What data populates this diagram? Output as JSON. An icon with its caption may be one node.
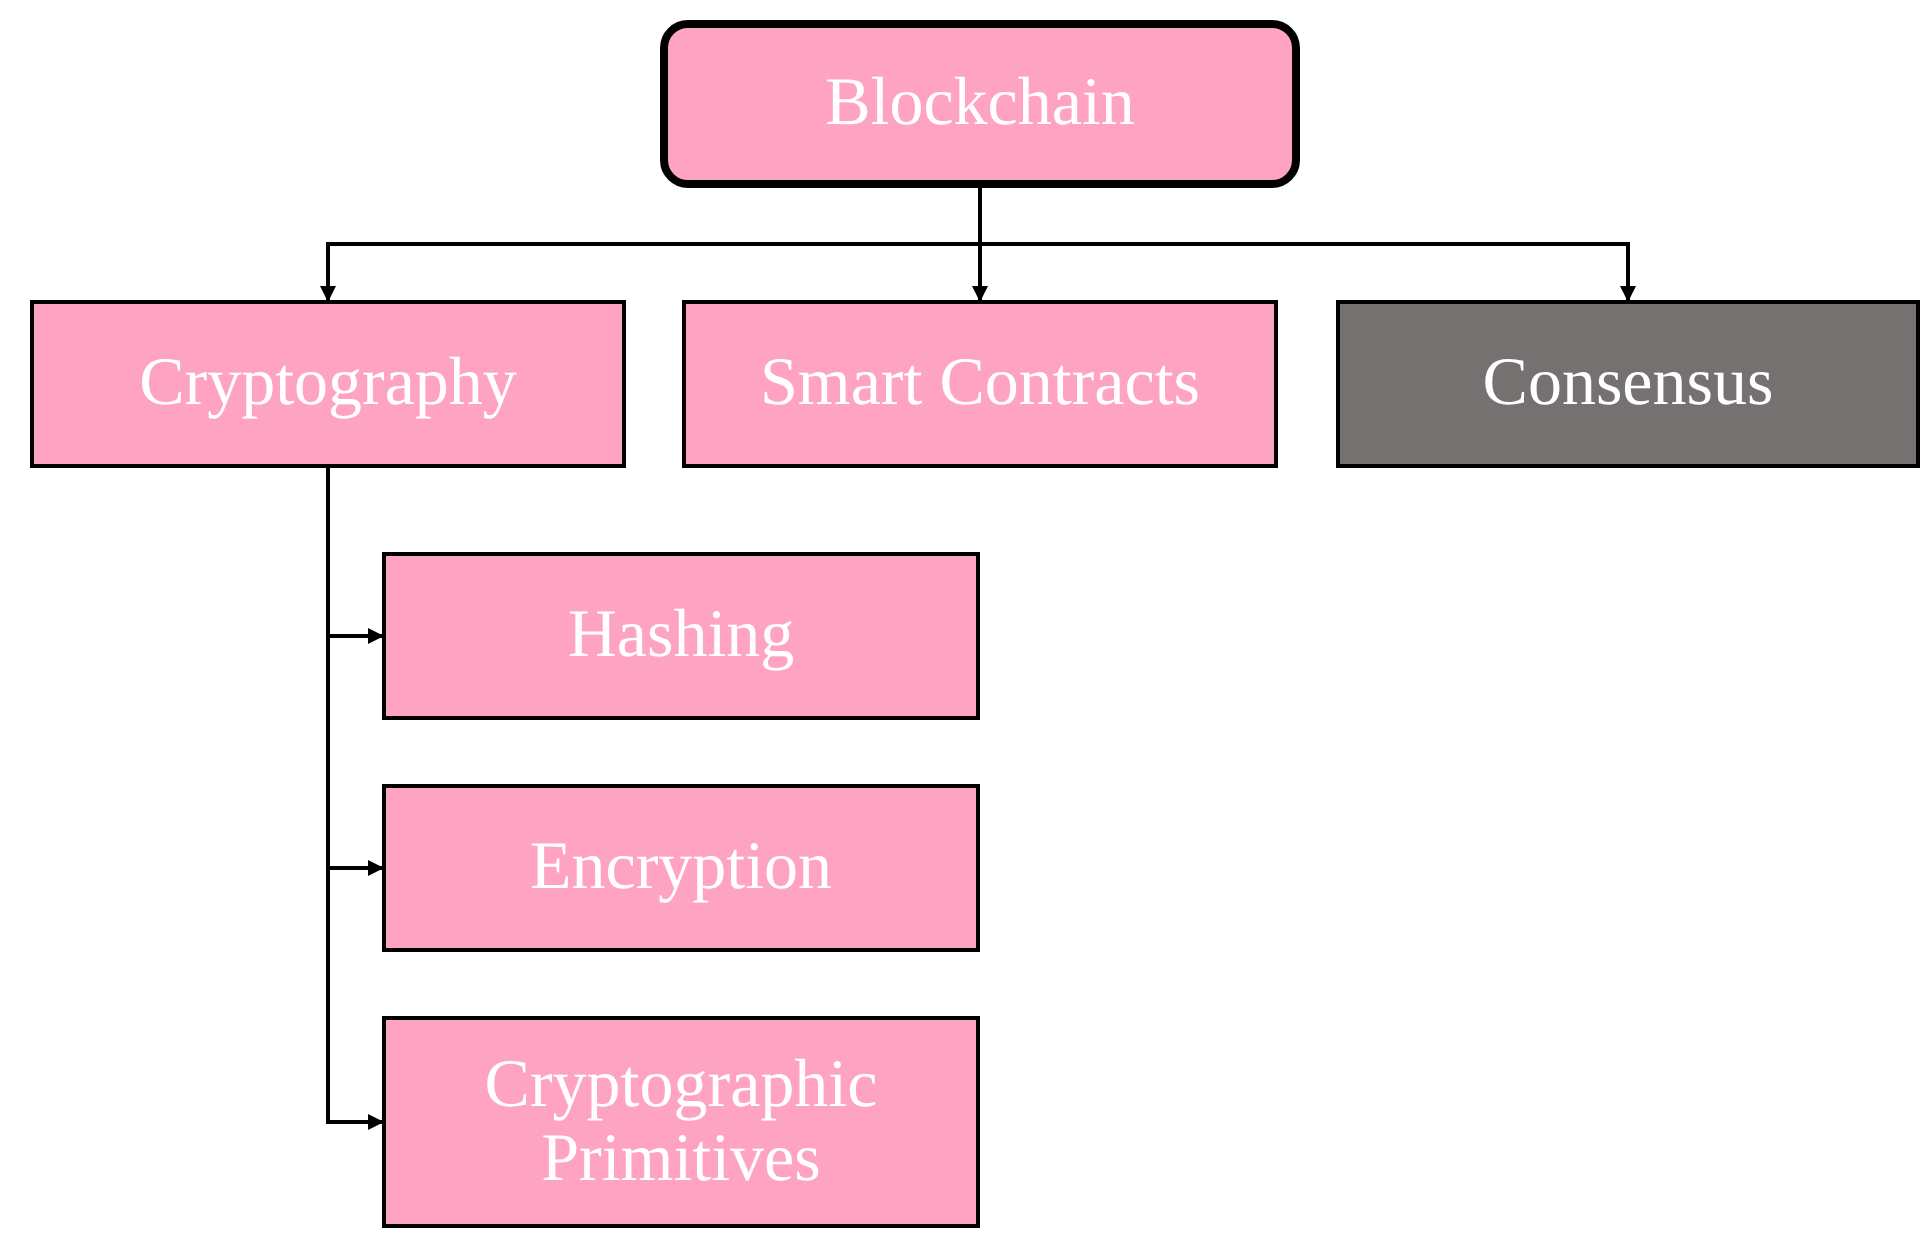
{
  "diagram": {
    "nodes": [
      {
        "text": [
          "Blockchain"
        ]
      },
      {
        "text": [
          "Cryptography"
        ]
      },
      {
        "text": [
          "Smart Contracts"
        ]
      },
      {
        "text": [
          "Consensus"
        ]
      },
      {
        "text": [
          "Hashing"
        ]
      },
      {
        "text": [
          "Encryption"
        ]
      },
      {
        "text": [
          "Cryptographic Primitives"
        ]
      }
    ],
    "edges": [
      {
        "from": 0,
        "to": 1,
        "arrow": "to"
      },
      {
        "from": 0,
        "to": 2,
        "arrow": "to"
      },
      {
        "from": 0,
        "to": 3,
        "arrow": "to"
      },
      {
        "from": 1,
        "to": 4,
        "arrow": "to"
      },
      {
        "from": 1,
        "to": 5,
        "arrow": "to"
      },
      {
        "from": 1,
        "to": 6,
        "arrow": "to"
      }
    ]
  }
}
